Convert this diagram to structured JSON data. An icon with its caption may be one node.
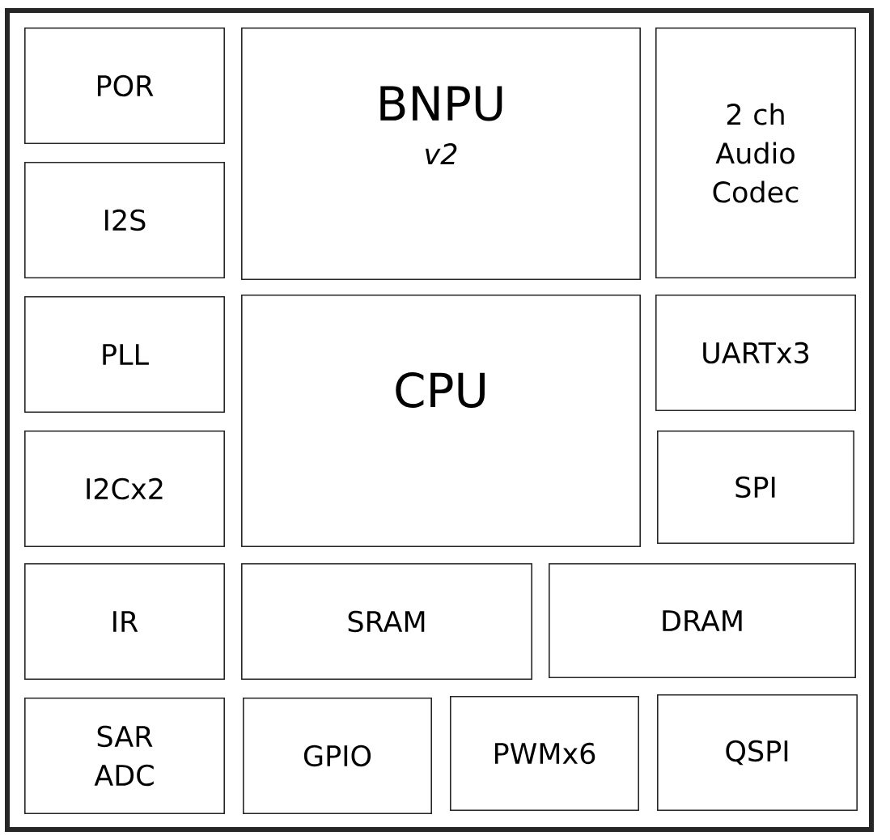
{
  "diagram": {
    "nodes": [
      {
        "text": [],
        "shape": "box"
      },
      {
        "text": [
          "POR"
        ],
        "in": 0
      },
      {
        "text": [
          "BNPU",
          "v2"
        ],
        "in": 0
      },
      {
        "text": [
          "2 ch Audio Codec"
        ],
        "in": 0
      },
      {
        "text": [
          "I2S"
        ],
        "in": 0
      },
      {
        "text": [
          "PLL"
        ],
        "in": 0
      },
      {
        "text": [
          "CPU"
        ],
        "in": 0
      },
      {
        "text": [
          "UARTx3"
        ],
        "in": 0
      },
      {
        "text": [
          "I2Cx2"
        ],
        "in": 0
      },
      {
        "text": [
          "SPI"
        ],
        "in": 0
      },
      {
        "text": [
          "IR"
        ],
        "in": 0
      },
      {
        "text": [
          "SRAM"
        ],
        "in": 0
      },
      {
        "text": [
          "DRAM"
        ],
        "in": 0
      },
      {
        "text": [
          "SAR ADC"
        ],
        "in": 0
      },
      {
        "text": [
          "GPIO"
        ],
        "in": 0
      },
      {
        "text": [
          "PWMx6"
        ],
        "in": 0
      },
      {
        "text": [
          "QSPI"
        ],
        "in": 0
      }
    ]
  }
}
